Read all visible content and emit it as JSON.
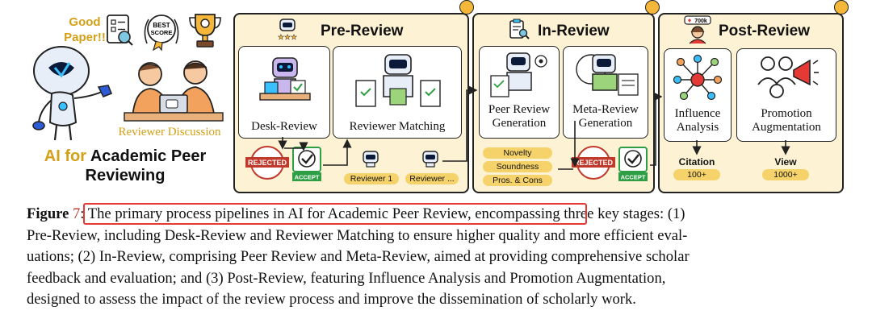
{
  "left_panel": {
    "good_paper": "Good Paper!!",
    "badge_best": "BEST",
    "badge_score": "SCORE",
    "reviewer_discussion": "Reviewer Discussion",
    "title_ai_for": "AI for",
    "title_academic_peer": "Academic Peer",
    "title_reviewing": "Reviewing"
  },
  "pre_review": {
    "title": "Pre-Review",
    "desk_review": "Desk-Review",
    "reviewer_matching": "Reviewer Matching",
    "stamp_rejected": "REJECTED",
    "stamp_accept": "ACCEPT",
    "reviewer_1": "Reviewer 1",
    "reviewer_n": "Reviewer ..."
  },
  "in_review": {
    "title": "In-Review",
    "peer_review_line1": "Peer Review",
    "peer_review_line2": "Generation",
    "meta_review_line1": "Meta-Review",
    "meta_review_line2": "Generation",
    "aspects": [
      "Novelty",
      "Soundness",
      "Pros. & Cons"
    ],
    "stamp_rejected": "REJECTED",
    "stamp_accept": "ACCEPT"
  },
  "post_review": {
    "title": "Post-Review",
    "views_badge": "700k",
    "influence_line1": "Influence",
    "influence_line2": "Analysis",
    "promotion_line1": "Promotion",
    "promotion_line2": "Augmentation",
    "citation_label": "Citation",
    "citation_value": "100+",
    "view_label": "View",
    "view_value": "1000+"
  },
  "caption": {
    "figure_word": "Figure",
    "figure_number": "7",
    "line1_rest": ": The primary process pipelines in AI for Academic Peer Review, encompassing three key stages: (1)",
    "line2": "Pre-Review, including Desk-Review and Reviewer Matching to ensure higher quality and more efficient eval-",
    "line3": "uations; (2) In-Review, comprising Peer Review and Meta-Review, aimed at providing comprehensive scholar",
    "line4": "feedback and evaluation; and (3) Post-Review, featuring Influence Analysis and Promotion Augmentation,",
    "line5": "designed to assess the impact of the review process and improve the dissemination of scholarly work."
  },
  "colors": {
    "stage_background": "#fdf2d4",
    "pill": "#f6d36a",
    "knob": "#f4b73a",
    "ai_title": "#d4a017",
    "reviewer_discussion": "#d4a017",
    "highlight": "#e53935",
    "figure_ref": "#c0392b"
  }
}
